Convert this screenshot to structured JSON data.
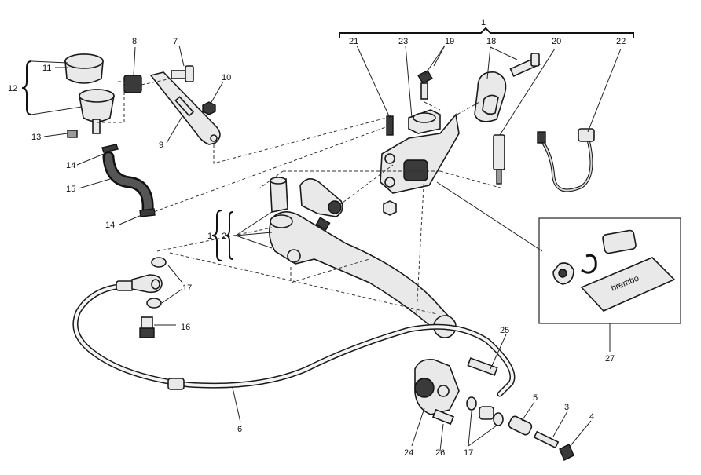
{
  "callouts": {
    "c1_top": "1",
    "c1_left": "1",
    "c2": "2",
    "c3": "3",
    "c4": "4",
    "c5": "5",
    "c6": "6",
    "c7": "7",
    "c8": "8",
    "c9": "9",
    "c10": "10",
    "c11": "11",
    "c12": "12",
    "c13": "13",
    "c14_a": "14",
    "c14_b": "14",
    "c15": "15",
    "c16": "16",
    "c17_a": "17",
    "c17_b": "17",
    "c18": "18",
    "c19": "19",
    "c20": "20",
    "c21": "21",
    "c22": "22",
    "c23": "23",
    "c24": "24",
    "c25": "25",
    "c26": "26",
    "c27": "27"
  }
}
